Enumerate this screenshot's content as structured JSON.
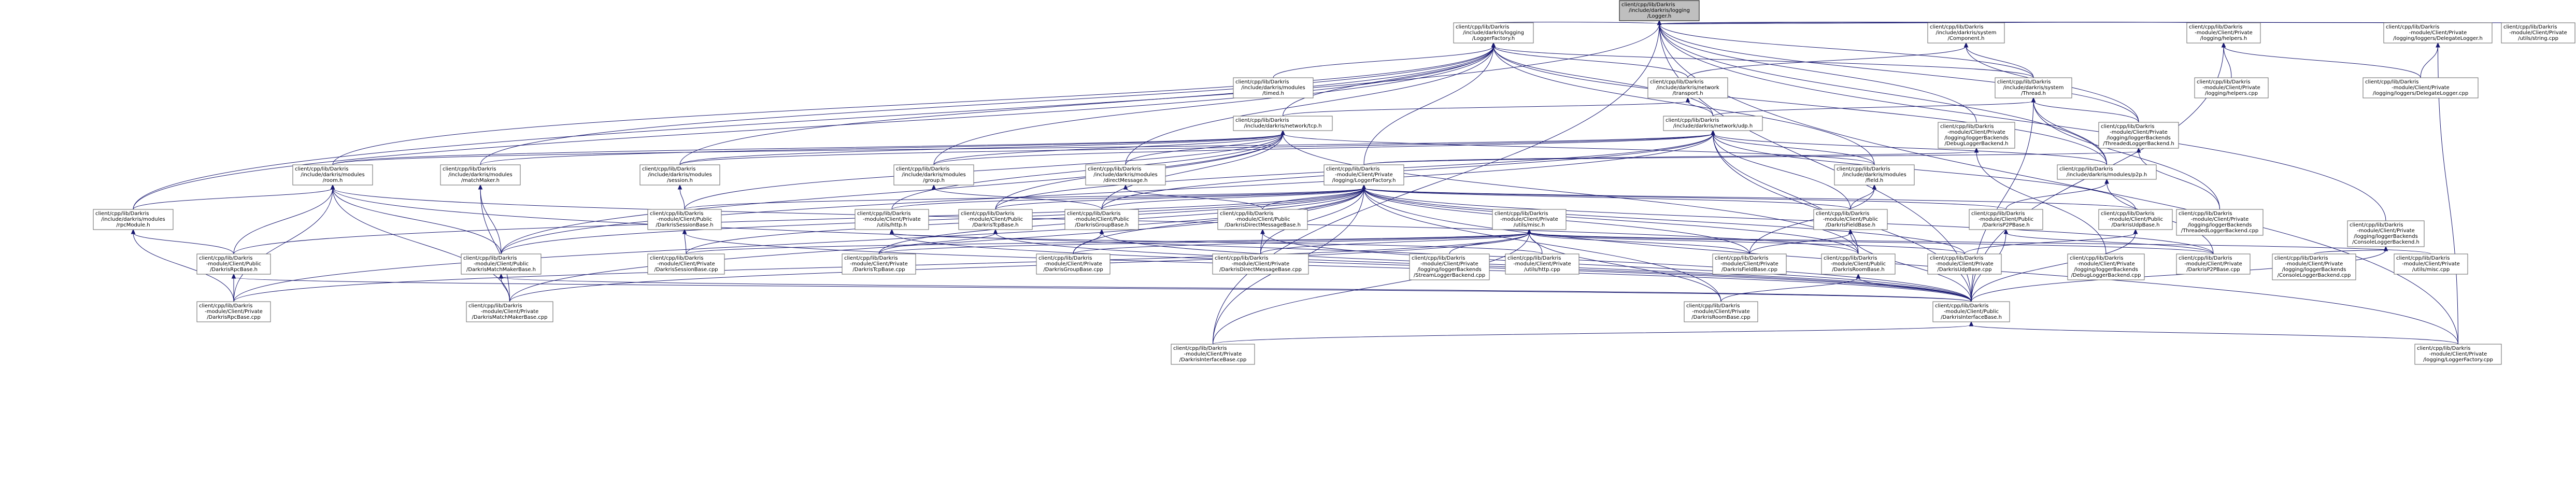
{
  "graph": {
    "root": "n0",
    "nodes": [
      {
        "id": "n0",
        "lines": [
          "client/cpp/lib/Darkris",
          "/include/darkris/logging",
          "/Logger.h"
        ]
      },
      {
        "id": "n1",
        "lines": [
          "client/cpp/lib/Darkris",
          "/include/darkris/logging",
          "/LoggerFactory.h"
        ]
      },
      {
        "id": "n2",
        "lines": [
          "client/cpp/lib/Darkris",
          "/include/darkris/system",
          "/Component.h"
        ]
      },
      {
        "id": "n3",
        "lines": [
          "client/cpp/lib/Darkris",
          "-module/Client/Private",
          "/logging/helpers.h"
        ]
      },
      {
        "id": "n4",
        "lines": [
          "client/cpp/lib/Darkris",
          "-module/Client/Private",
          "/logging/loggers/DelegateLogger.h"
        ]
      },
      {
        "id": "n5",
        "lines": [
          "client/cpp/lib/Darkris",
          "-module/Client/Private",
          "/utils/string.cpp"
        ]
      },
      {
        "id": "n6",
        "lines": [
          "client/cpp/lib/Darkris",
          "/include/darkris/modules",
          "/timed.h"
        ]
      },
      {
        "id": "n7",
        "lines": [
          "client/cpp/lib/Darkris",
          "/include/darkris/network",
          "/transport.h"
        ]
      },
      {
        "id": "n8",
        "lines": [
          "client/cpp/lib/Darkris",
          "/include/darkris/system",
          "/Thread.h"
        ]
      },
      {
        "id": "n9",
        "lines": [
          "client/cpp/lib/Darkris",
          "-module/Client/Private",
          "/logging/helpers.cpp"
        ]
      },
      {
        "id": "n10",
        "lines": [
          "client/cpp/lib/Darkris",
          "-module/Client/Private",
          "/logging/loggers/DelegateLogger.cpp"
        ]
      },
      {
        "id": "n11",
        "lines": [
          "client/cpp/lib/Darkris",
          "/include/darkris/network/tcp.h"
        ]
      },
      {
        "id": "n12",
        "lines": [
          "client/cpp/lib/Darkris",
          "/include/darkris/network/udp.h"
        ]
      },
      {
        "id": "n13",
        "lines": [
          "client/cpp/lib/Darkris",
          "-module/Client/Private",
          "/logging/loggerBackends",
          "/DebugLoggerBackend.h"
        ]
      },
      {
        "id": "n14",
        "lines": [
          "client/cpp/lib/Darkris",
          "-module/Client/Private",
          "/logging/loggerBackends",
          "/ThreadedLoggerBackend.h"
        ]
      },
      {
        "id": "n15",
        "lines": [
          "client/cpp/lib/Darkris",
          "/include/darkris/modules",
          "/room.h"
        ]
      },
      {
        "id": "n16",
        "lines": [
          "client/cpp/lib/Darkris",
          "/include/darkris/modules",
          "/matchMaker.h"
        ]
      },
      {
        "id": "n17",
        "lines": [
          "client/cpp/lib/Darkris",
          "/include/darkris/modules",
          "/session.h"
        ]
      },
      {
        "id": "n18",
        "lines": [
          "client/cpp/lib/Darkris",
          "/include/darkris/modules",
          "/group.h"
        ]
      },
      {
        "id": "n19",
        "lines": [
          "client/cpp/lib/Darkris",
          "/include/darkris/modules",
          "/directMessage.h"
        ]
      },
      {
        "id": "n20",
        "lines": [
          "client/cpp/lib/Darkris",
          "-module/Client/Private",
          "/logging/LoggerFactory.h"
        ]
      },
      {
        "id": "n21",
        "lines": [
          "client/cpp/lib/Darkris",
          "/include/darkris/modules",
          "/field.h"
        ]
      },
      {
        "id": "n22",
        "lines": [
          "client/cpp/lib/Darkris",
          "/include/darkris/modules/p2p.h"
        ]
      },
      {
        "id": "n23",
        "lines": [
          "client/cpp/lib/Darkris",
          "-module/Client/Private",
          "/logging/loggerBackends",
          "/ThreadedLoggerBackend.cpp"
        ]
      },
      {
        "id": "n24",
        "lines": [
          "client/cpp/lib/Darkris",
          "/include/darkris/modules",
          "/rpcModule.h"
        ]
      },
      {
        "id": "n25",
        "lines": [
          "client/cpp/lib/Darkris",
          "-module/Client/Public",
          "/DarkrisSessionBase.h"
        ]
      },
      {
        "id": "n26",
        "lines": [
          "client/cpp/lib/Darkris",
          "-module/Client/Private",
          "/utils/http.h"
        ]
      },
      {
        "id": "n27",
        "lines": [
          "client/cpp/lib/Darkris",
          "-module/Client/Public",
          "/DarkrisTcpBase.h"
        ]
      },
      {
        "id": "n28",
        "lines": [
          "client/cpp/lib/Darkris",
          "-module/Client/Public",
          "/DarkrisGroupBase.h"
        ]
      },
      {
        "id": "n29",
        "lines": [
          "client/cpp/lib/Darkris",
          "-module/Client/Public",
          "/DarkrisDirectMessageBase.h"
        ]
      },
      {
        "id": "n30",
        "lines": [
          "client/cpp/lib/Darkris",
          "-module/Client/Private",
          "/utils/misc.h"
        ]
      },
      {
        "id": "n31",
        "lines": [
          "client/cpp/lib/Darkris",
          "-module/Client/Public",
          "/DarkrisFieldBase.h"
        ]
      },
      {
        "id": "n32",
        "lines": [
          "client/cpp/lib/Darkris",
          "-module/Client/Public",
          "/DarkrisP2PBase.h"
        ]
      },
      {
        "id": "n33",
        "lines": [
          "client/cpp/lib/Darkris",
          "-module/Client/Public",
          "/DarkrisUdpBase.h"
        ]
      },
      {
        "id": "n34",
        "lines": [
          "client/cpp/lib/Darkris",
          "-module/Client/Private",
          "/logging/loggerBackends",
          "/ConsoleLoggerBackend.h"
        ]
      },
      {
        "id": "n35",
        "lines": [
          "client/cpp/lib/Darkris",
          "-module/Client/Public",
          "/DarkrisRpcBase.h"
        ]
      },
      {
        "id": "n36",
        "lines": [
          "client/cpp/lib/Darkris",
          "-module/Client/Public",
          "/DarkrisMatchMakerBase.h"
        ]
      },
      {
        "id": "n37",
        "lines": [
          "client/cpp/lib/Darkris",
          "-module/Client/Private",
          "/DarkrisSessionBase.cpp"
        ]
      },
      {
        "id": "n38",
        "lines": [
          "client/cpp/lib/Darkris",
          "-module/Client/Private",
          "/DarkrisTcpBase.cpp"
        ]
      },
      {
        "id": "n39",
        "lines": [
          "client/cpp/lib/Darkris",
          "-module/Client/Private",
          "/DarkrisGroupBase.cpp"
        ]
      },
      {
        "id": "n40",
        "lines": [
          "client/cpp/lib/Darkris",
          "-module/Client/Private",
          "/DarkrisDirectMessageBase.cpp"
        ]
      },
      {
        "id": "n41",
        "lines": [
          "client/cpp/lib/Darkris",
          "-module/Client/Private",
          "/logging/loggerBackends",
          "/StreamLoggerBackend.cpp"
        ]
      },
      {
        "id": "n42",
        "lines": [
          "client/cpp/lib/Darkris",
          "-module/Client/Private",
          "/utils/http.cpp"
        ]
      },
      {
        "id": "n43",
        "lines": [
          "client/cpp/lib/Darkris",
          "-module/Client/Private",
          "/DarkrisFieldBase.cpp"
        ]
      },
      {
        "id": "n44",
        "lines": [
          "client/cpp/lib/Darkris",
          "-module/Client/Public",
          "/DarkrisRoomBase.h"
        ]
      },
      {
        "id": "n45",
        "lines": [
          "client/cpp/lib/Darkris",
          "-module/Client/Private",
          "/DarkrisUdpBase.cpp"
        ]
      },
      {
        "id": "n46",
        "lines": [
          "client/cpp/lib/Darkris",
          "-module/Client/Private",
          "/logging/loggerBackends",
          "/DebugLoggerBackend.cpp"
        ]
      },
      {
        "id": "n47",
        "lines": [
          "client/cpp/lib/Darkris",
          "-module/Client/Private",
          "/DarkrisP2PBase.cpp"
        ]
      },
      {
        "id": "n48",
        "lines": [
          "client/cpp/lib/Darkris",
          "-module/Client/Private",
          "/logging/loggerBackends",
          "/ConsoleLoggerBackend.cpp"
        ]
      },
      {
        "id": "n49",
        "lines": [
          "client/cpp/lib/Darkris",
          "-module/Client/Private",
          "/utils/misc.cpp"
        ]
      },
      {
        "id": "n50",
        "lines": [
          "client/cpp/lib/Darkris",
          "-module/Client/Private",
          "/DarkrisRpcBase.cpp"
        ]
      },
      {
        "id": "n51",
        "lines": [
          "client/cpp/lib/Darkris",
          "-module/Client/Private",
          "/DarkrisMatchMakerBase.cpp"
        ]
      },
      {
        "id": "n52",
        "lines": [
          "client/cpp/lib/Darkris",
          "-module/Client/Private",
          "/DarkrisRoomBase.cpp"
        ]
      },
      {
        "id": "n53",
        "lines": [
          "client/cpp/lib/Darkris",
          "-module/Client/Public",
          "/DarkrisInterfaceBase.h"
        ]
      },
      {
        "id": "n54",
        "lines": [
          "client/cpp/lib/Darkris",
          "-module/Client/Private",
          "/DarkrisInterfaceBase.cpp"
        ]
      },
      {
        "id": "n55",
        "lines": [
          "client/cpp/lib/Darkris",
          "-module/Client/Private",
          "/logging/LoggerFactory.cpp"
        ]
      }
    ],
    "edges": [
      [
        "n0",
        "n1"
      ],
      [
        "n0",
        "n2"
      ],
      [
        "n0",
        "n3"
      ],
      [
        "n0",
        "n4"
      ],
      [
        "n0",
        "n5"
      ],
      [
        "n0",
        "n8"
      ],
      [
        "n0",
        "n13"
      ],
      [
        "n0",
        "n14"
      ],
      [
        "n0",
        "n24"
      ],
      [
        "n0",
        "n54"
      ],
      [
        "n0",
        "n53"
      ],
      [
        "n0",
        "n55"
      ],
      [
        "n0",
        "n22"
      ],
      [
        "n0",
        "n34"
      ],
      [
        "n1",
        "n6"
      ],
      [
        "n1",
        "n7"
      ],
      [
        "n1",
        "n11"
      ],
      [
        "n1",
        "n12"
      ],
      [
        "n1",
        "n15"
      ],
      [
        "n1",
        "n16"
      ],
      [
        "n1",
        "n17"
      ],
      [
        "n1",
        "n18"
      ],
      [
        "n1",
        "n19"
      ],
      [
        "n1",
        "n20"
      ],
      [
        "n1",
        "n21"
      ],
      [
        "n1",
        "n22"
      ],
      [
        "n1",
        "n24"
      ],
      [
        "n1",
        "n8"
      ],
      [
        "n2",
        "n7"
      ],
      [
        "n2",
        "n8"
      ],
      [
        "n2",
        "n14"
      ],
      [
        "n3",
        "n9"
      ],
      [
        "n3",
        "n10"
      ],
      [
        "n3",
        "n53"
      ],
      [
        "n4",
        "n10"
      ],
      [
        "n4",
        "n55"
      ],
      [
        "n7",
        "n11"
      ],
      [
        "n7",
        "n12"
      ],
      [
        "n8",
        "n12"
      ],
      [
        "n8",
        "n14"
      ],
      [
        "n8",
        "n22"
      ],
      [
        "n8",
        "n23"
      ],
      [
        "n8",
        "n53"
      ],
      [
        "n11",
        "n15"
      ],
      [
        "n11",
        "n16"
      ],
      [
        "n11",
        "n17"
      ],
      [
        "n11",
        "n18"
      ],
      [
        "n11",
        "n19"
      ],
      [
        "n11",
        "n21"
      ],
      [
        "n11",
        "n25"
      ],
      [
        "n11",
        "n26"
      ],
      [
        "n11",
        "n27"
      ],
      [
        "n11",
        "n28"
      ],
      [
        "n11",
        "n36"
      ],
      [
        "n11",
        "n44"
      ],
      [
        "n12",
        "n15"
      ],
      [
        "n12",
        "n17"
      ],
      [
        "n12",
        "n18"
      ],
      [
        "n12",
        "n21"
      ],
      [
        "n12",
        "n22"
      ],
      [
        "n12",
        "n27"
      ],
      [
        "n12",
        "n31"
      ],
      [
        "n12",
        "n33"
      ],
      [
        "n12",
        "n36"
      ],
      [
        "n12",
        "n44"
      ],
      [
        "n12",
        "n53"
      ],
      [
        "n12",
        "n28"
      ],
      [
        "n13",
        "n20"
      ],
      [
        "n13",
        "n46"
      ],
      [
        "n14",
        "n20"
      ],
      [
        "n14",
        "n23"
      ],
      [
        "n15",
        "n24"
      ],
      [
        "n15",
        "n35"
      ],
      [
        "n15",
        "n36"
      ],
      [
        "n15",
        "n50"
      ],
      [
        "n15",
        "n51"
      ],
      [
        "n15",
        "n53"
      ],
      [
        "n15",
        "n44"
      ],
      [
        "n16",
        "n36"
      ],
      [
        "n16",
        "n51"
      ],
      [
        "n17",
        "n25"
      ],
      [
        "n18",
        "n28"
      ],
      [
        "n19",
        "n29"
      ],
      [
        "n20",
        "n25"
      ],
      [
        "n20",
        "n26"
      ],
      [
        "n20",
        "n27"
      ],
      [
        "n20",
        "n28"
      ],
      [
        "n20",
        "n29"
      ],
      [
        "n20",
        "n31"
      ],
      [
        "n20",
        "n32"
      ],
      [
        "n20",
        "n33"
      ],
      [
        "n20",
        "n36"
      ],
      [
        "n20",
        "n37"
      ],
      [
        "n20",
        "n38"
      ],
      [
        "n20",
        "n39"
      ],
      [
        "n20",
        "n40"
      ],
      [
        "n20",
        "n43"
      ],
      [
        "n20",
        "n44"
      ],
      [
        "n20",
        "n45"
      ],
      [
        "n20",
        "n47"
      ],
      [
        "n20",
        "n50"
      ],
      [
        "n20",
        "n51"
      ],
      [
        "n20",
        "n52"
      ],
      [
        "n20",
        "n54"
      ],
      [
        "n20",
        "n55"
      ],
      [
        "n20",
        "n35"
      ],
      [
        "n21",
        "n31"
      ],
      [
        "n21",
        "n43"
      ],
      [
        "n22",
        "n32"
      ],
      [
        "n22",
        "n47"
      ],
      [
        "n24",
        "n35"
      ],
      [
        "n24",
        "n50"
      ],
      [
        "n25",
        "n37"
      ],
      [
        "n25",
        "n53"
      ],
      [
        "n26",
        "n42"
      ],
      [
        "n26",
        "n53"
      ],
      [
        "n27",
        "n38"
      ],
      [
        "n27",
        "n53"
      ],
      [
        "n28",
        "n39"
      ],
      [
        "n28",
        "n53"
      ],
      [
        "n29",
        "n40"
      ],
      [
        "n29",
        "n53"
      ],
      [
        "n30",
        "n37"
      ],
      [
        "n30",
        "n38"
      ],
      [
        "n30",
        "n39"
      ],
      [
        "n30",
        "n40"
      ],
      [
        "n30",
        "n41"
      ],
      [
        "n30",
        "n42"
      ],
      [
        "n30",
        "n43"
      ],
      [
        "n30",
        "n45"
      ],
      [
        "n30",
        "n47"
      ],
      [
        "n30",
        "n49"
      ],
      [
        "n30",
        "n50"
      ],
      [
        "n30",
        "n51"
      ],
      [
        "n30",
        "n52"
      ],
      [
        "n30",
        "n54"
      ],
      [
        "n31",
        "n43"
      ],
      [
        "n31",
        "n53"
      ],
      [
        "n32",
        "n47"
      ],
      [
        "n32",
        "n53"
      ],
      [
        "n33",
        "n45"
      ],
      [
        "n33",
        "n53"
      ],
      [
        "n34",
        "n48"
      ],
      [
        "n34",
        "n53"
      ],
      [
        "n35",
        "n50"
      ],
      [
        "n35",
        "n53"
      ],
      [
        "n36",
        "n51"
      ],
      [
        "n36",
        "n53"
      ],
      [
        "n44",
        "n52"
      ],
      [
        "n44",
        "n53"
      ],
      [
        "n53",
        "n54"
      ],
      [
        "n53",
        "n55"
      ]
    ]
  }
}
